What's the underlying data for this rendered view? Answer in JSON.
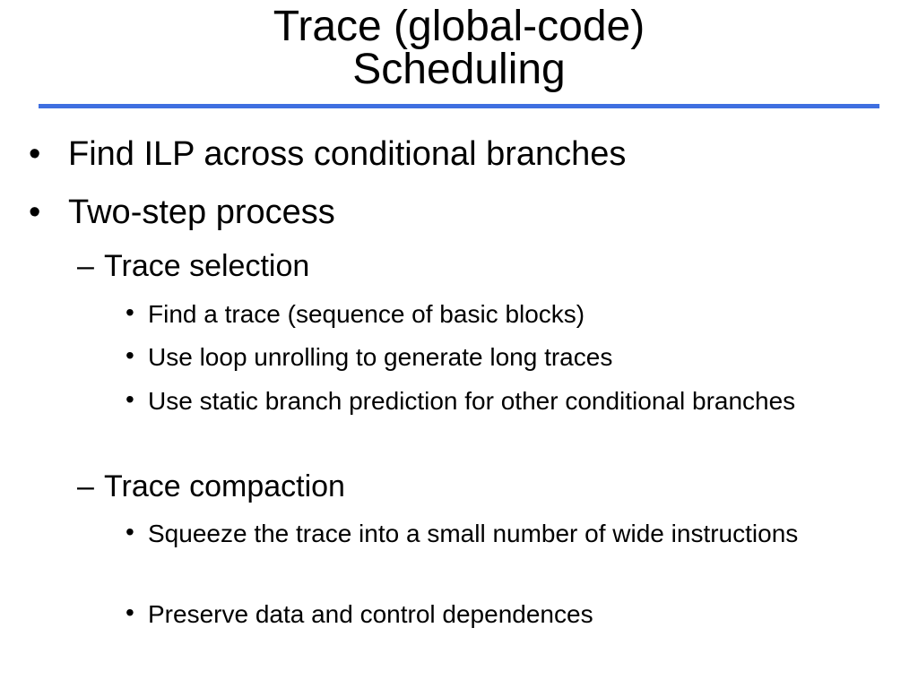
{
  "slide": {
    "title_line1": "Trace (global-code)",
    "title_line2": "Scheduling",
    "accent_color": "#3f6fe0"
  },
  "bullets": [
    {
      "marker": "•",
      "text": "Find ILP across conditional branches"
    },
    {
      "marker": "•",
      "text": "Two-step process"
    }
  ],
  "trace_selection": {
    "marker": "–",
    "label": "Trace selection",
    "items": [
      {
        "marker": "•",
        "text": "Find a trace (sequence of basic blocks)"
      },
      {
        "marker": "•",
        "text": "Use loop unrolling to generate long traces"
      },
      {
        "marker": "•",
        "text": "Use static branch prediction for other conditional branches"
      }
    ]
  },
  "trace_compaction": {
    "marker": "–",
    "label": "Trace compaction",
    "items": [
      {
        "marker": "•",
        "text": "Squeeze the trace into a small number of wide instructions"
      },
      {
        "marker": "•",
        "text": "Preserve data and control dependences"
      }
    ]
  }
}
